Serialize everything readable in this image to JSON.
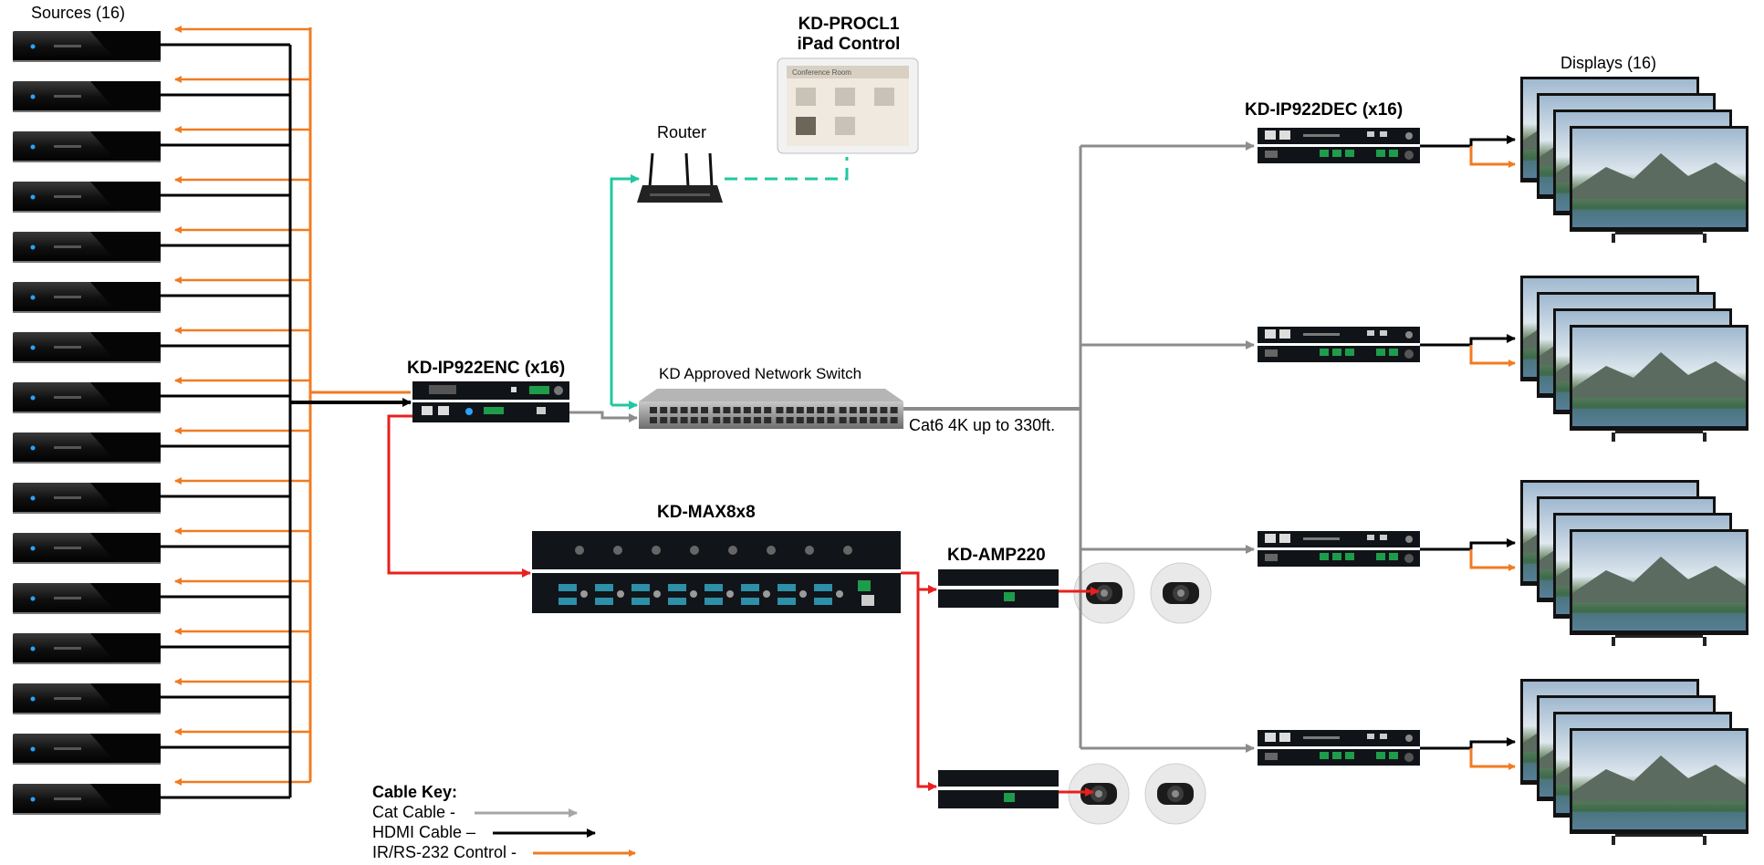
{
  "labels": {
    "sources": "Sources (16)",
    "displays": "Displays (16)",
    "router": "Router",
    "procl_model": "KD-PROCL1",
    "procl_desc": "iPad Control",
    "encoder": "KD-IP922ENC (x16)",
    "switch": "KD Approved Network Switch",
    "cat6": "Cat6 4K up to 330ft.",
    "decoder": "KD-IP922DEC (x16)",
    "matrix": "KD-MAX8x8",
    "amp": "KD-AMP220",
    "ipad_screen_title": "Conference Room"
  },
  "cable_key": {
    "title": "Cable Key:",
    "items": [
      {
        "label": "Cat Cable -",
        "color": "#a6a6a6"
      },
      {
        "label": "HDMI Cable –",
        "color": "#000000"
      },
      {
        "label": "IR/RS-232 Control -",
        "color": "#f07b22"
      }
    ]
  },
  "colors": {
    "hdmi": "#000000",
    "control": "#f07b22",
    "cat": "#8c8c8c",
    "wifi": "#1fc8a0",
    "audio": "#e8201e"
  },
  "counts": {
    "sources": 16,
    "display_groups": 4
  }
}
